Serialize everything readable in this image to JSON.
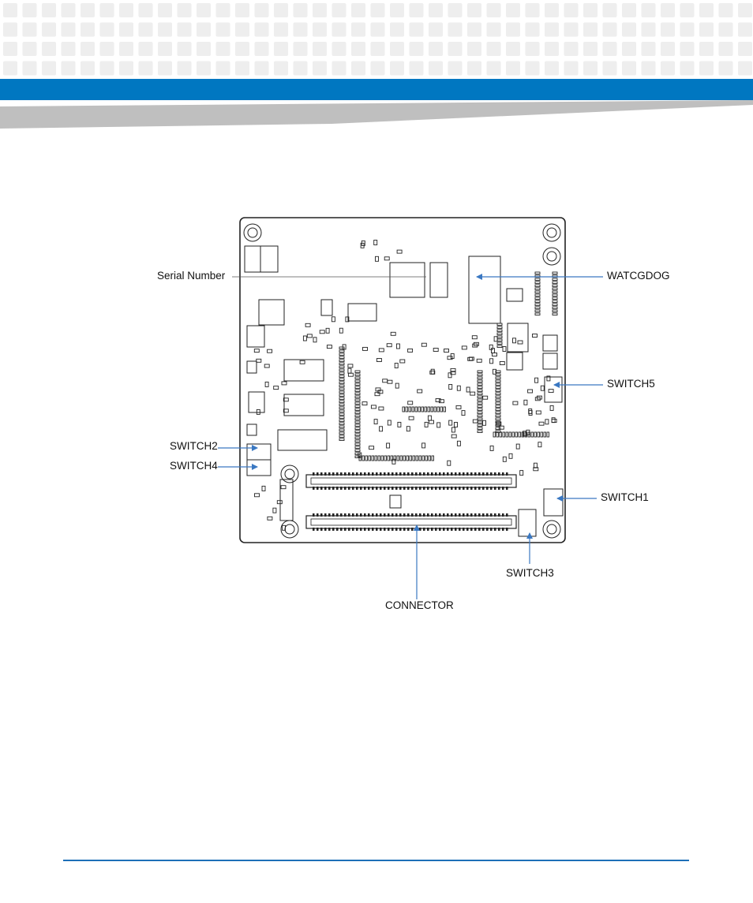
{
  "header": {
    "brand_color": "#0077c1",
    "swoosh_color": "#bfbfbf",
    "pattern_color": "#eeeeee"
  },
  "figure": {
    "labels": {
      "serial_number": "Serial Number",
      "watchdog": "WATCGDOG",
      "switch5": "SWITCH5",
      "switch2": "SWITCH2",
      "switch4": "SWITCH4",
      "switch1": "SWITCH1",
      "switch3": "SWITCH3",
      "connector": "CONNECTOR"
    },
    "arrow_color": "#3a78c2"
  },
  "footer": {
    "rule_color": "#1d6fb8"
  }
}
